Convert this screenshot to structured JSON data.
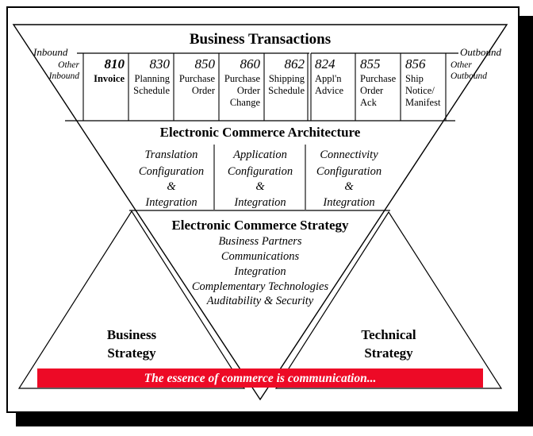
{
  "colors": {
    "frame": "#000000",
    "shadow": "#000000",
    "line": "#000000",
    "banner_bg": "#ED0A26",
    "banner_text": "#FFFFFF",
    "background": "#FFFFFF"
  },
  "transactions": {
    "title": "Business Transactions",
    "inbound_label": "Inbound",
    "outbound_label": "Outbound",
    "other_inbound": [
      "Other",
      "Inbound"
    ],
    "other_outbound": [
      "Other",
      "Outbound"
    ],
    "inbound_items": [
      {
        "code": "810",
        "lines": [
          "Invoice"
        ],
        "emphasis": true
      },
      {
        "code": "830",
        "lines": [
          "Planning",
          "Schedule"
        ],
        "emphasis": false
      },
      {
        "code": "850",
        "lines": [
          "Purchase",
          "Order"
        ],
        "emphasis": false
      },
      {
        "code": "860",
        "lines": [
          "Purchase",
          "Order",
          "Change"
        ],
        "emphasis": false
      },
      {
        "code": "862",
        "lines": [
          "Shipping",
          "Schedule"
        ],
        "emphasis": false
      }
    ],
    "outbound_items": [
      {
        "code": "824",
        "lines": [
          "Appl'n",
          "Advice"
        ],
        "emphasis": false
      },
      {
        "code": "855",
        "lines": [
          "Purchase",
          "Order",
          "Ack"
        ],
        "emphasis": false
      },
      {
        "code": "856",
        "lines": [
          "Ship",
          "Notice/",
          "Manifest"
        ],
        "emphasis": false
      }
    ]
  },
  "architecture": {
    "title": "Electronic Commerce Architecture",
    "columns": [
      {
        "lines": [
          "Translation",
          "Configuration",
          "&",
          "Integration"
        ]
      },
      {
        "lines": [
          "Application",
          "Configuration",
          "&",
          "Integration"
        ]
      },
      {
        "lines": [
          "Connectivity",
          "Configuration",
          "&",
          "Integration"
        ]
      }
    ]
  },
  "strategy": {
    "title": "Electronic Commerce Strategy",
    "items": [
      "Business Partners",
      "Communications",
      "Integration",
      "Complementary Technologies",
      "Auditability & Security"
    ]
  },
  "pillars": {
    "left": [
      "Business",
      "Strategy"
    ],
    "right": [
      "Technical",
      "Strategy"
    ]
  },
  "banner": {
    "text": "The essence of commerce is communication..."
  }
}
